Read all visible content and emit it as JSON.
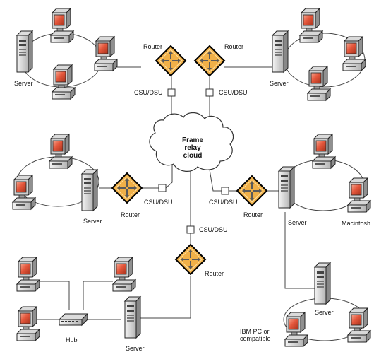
{
  "cloud": {
    "line1": "Frame",
    "line2": "relay",
    "line3": "cloud"
  },
  "labels": {
    "router_tl": "Router",
    "router_tr": "Router",
    "router_ml": "Router",
    "router_mr": "Router",
    "router_bc": "Router",
    "csu_tl": "CSU/DSU",
    "csu_tr": "CSU/DSU",
    "csu_ml": "CSU/DSU",
    "csu_mr": "CSU/DSU",
    "csu_bc": "CSU/DSU",
    "server_tl": "Server",
    "server_tr": "Server",
    "server_ml": "Server",
    "server_mr": "Server",
    "server_br": "Server",
    "server_bl": "Server",
    "hub": "Hub",
    "macintosh": "Macintosh",
    "ibm_line1": "IBM PC or",
    "ibm_line2": "compatible"
  },
  "colors": {
    "router_fill": "#f0b048",
    "router_border": "#000000",
    "screen": "#e4573c",
    "case_light": "#e6e6e6",
    "case_dark": "#9a9a9a",
    "line": "#444444"
  }
}
